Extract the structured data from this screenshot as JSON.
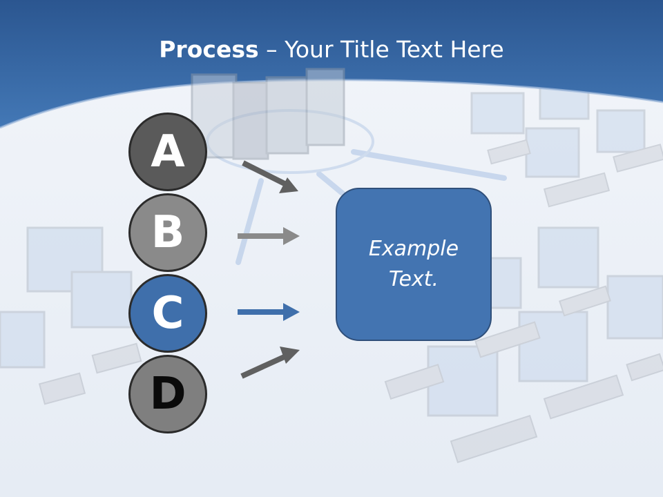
{
  "slide": {
    "title_bold": "Process",
    "title_rest": " – Your Title Text Here"
  },
  "steps": [
    {
      "letter": "A",
      "color": "#5a5a5a"
    },
    {
      "letter": "B",
      "color": "#8a8a8a"
    },
    {
      "letter": "C",
      "color": "#3f6fab"
    },
    {
      "letter": "D",
      "color": "#7f7f7f"
    }
  ],
  "box": {
    "text": "Example Text.",
    "color": "#4374b1"
  },
  "colors": {
    "header": "#2f5d97",
    "arrow_dark": "#606060",
    "arrow_gray": "#8a8a8a",
    "arrow_blue": "#3f6fab"
  }
}
